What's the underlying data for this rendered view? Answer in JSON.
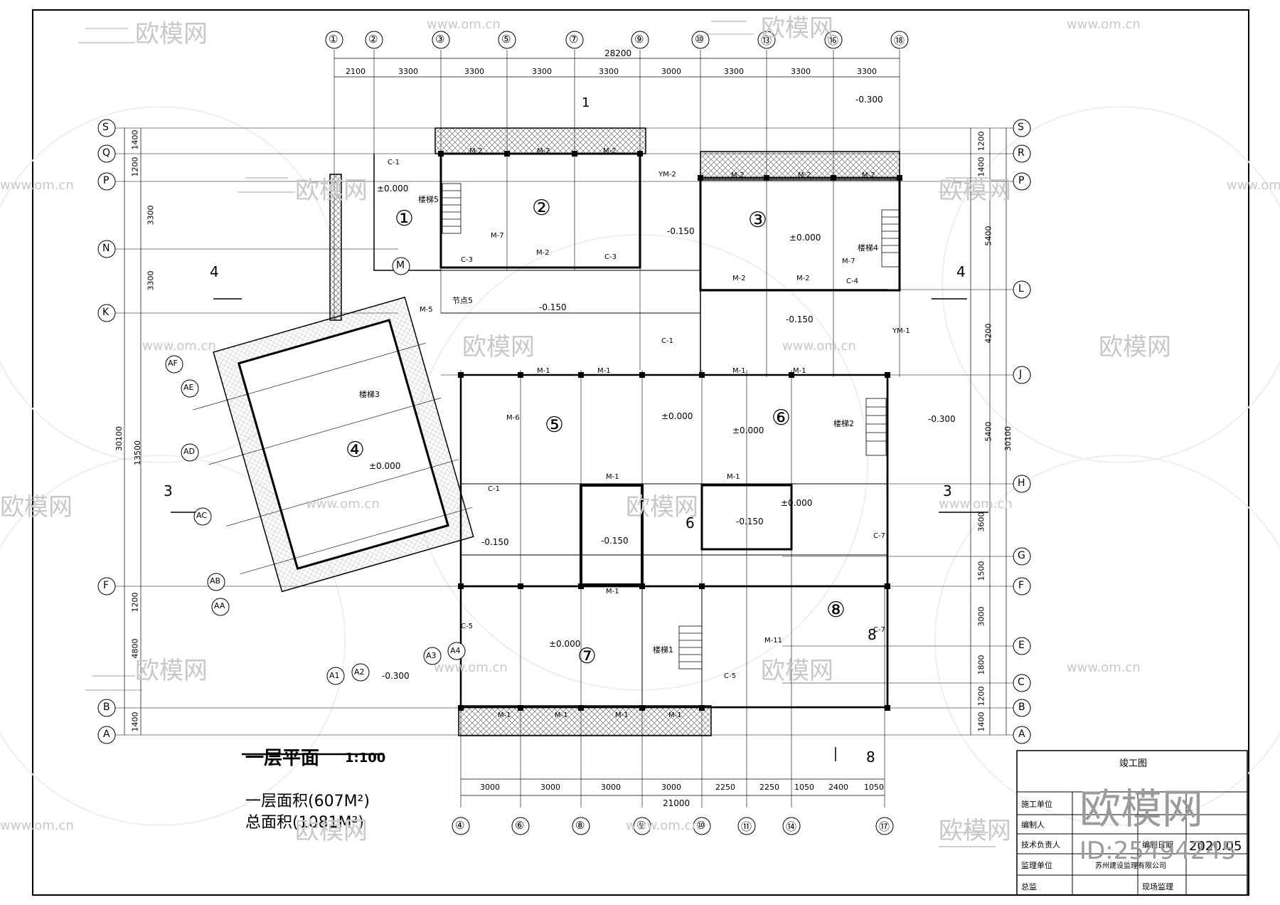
{
  "drawing": {
    "title": "一层平面",
    "scale": "1:100",
    "floor_area": "一层面积(607M²)",
    "total_area": "总面积(1081M²)"
  },
  "axes_top": [
    "①",
    "②",
    "③",
    "⑤",
    "⑦",
    "⑨",
    "⑩",
    "⑬",
    "⑯",
    "⑱"
  ],
  "axes_bottom": [
    "④",
    "⑥",
    "⑧",
    "⑨",
    "⑩",
    "⑪",
    "⑭",
    "⑰"
  ],
  "axes_left": [
    "S",
    "Q",
    "P",
    "N",
    "M",
    "K",
    "AF",
    "AE",
    "AD",
    "AC",
    "AB",
    "AA",
    "F",
    "B",
    "A"
  ],
  "axes_right": [
    "S",
    "R",
    "P",
    "L",
    "J",
    "H",
    "G",
    "F",
    "E",
    "C",
    "B",
    "A"
  ],
  "axes_skew_bottom": [
    "A1",
    "A2",
    "A3",
    "A4"
  ],
  "dims_top_total": "28200",
  "dims_top": [
    "2100",
    "3300",
    "3300",
    "3300",
    "3300",
    "3000",
    "3300",
    "3300",
    "3300"
  ],
  "dims_bottom_total": "21000",
  "dims_bottom": [
    "3000",
    "3000",
    "3000",
    "3000",
    "2250",
    "2250",
    "1050",
    "2400",
    "1050"
  ],
  "dims_left_total": "30100",
  "dims_left": [
    "1400",
    "1200",
    "3300",
    "3300",
    "13500",
    "1200",
    "4800",
    "1400"
  ],
  "dims_right_total": "30100",
  "dims_right": [
    "1200",
    "1400",
    "5400",
    "4200",
    "5400",
    "3600",
    "1500",
    "3000",
    "1800",
    "1200",
    "1400"
  ],
  "rooms": [
    "①",
    "②",
    "③",
    "④",
    "⑤",
    "⑥",
    "⑦",
    "⑧"
  ],
  "elevations": [
    "±0.000",
    "±0.000",
    "±0.000",
    "±0.000",
    "±0.000",
    "±0.000",
    "±0.000",
    "-0.150",
    "-0.150",
    "-0.150",
    "-0.150",
    "-0.150",
    "-0.150",
    "-0.300",
    "-0.300",
    "-0.300"
  ],
  "labels": {
    "door_m1": "M-1",
    "door_m2": "M-2",
    "door_m5": "M-5",
    "door_m6": "M-6",
    "door_m7": "M-7",
    "door_m11": "M-11",
    "win_c1": "C-1",
    "win_c3": "C-3",
    "win_c4": "C-4",
    "win_c5": "C-5",
    "win_c7": "C-7",
    "ym1": "YM-1",
    "ym2": "YM-2",
    "stair1": "楼梯1",
    "stair2": "楼梯2",
    "stair3": "楼梯3",
    "stair4": "楼梯4",
    "stair5": "楼梯5",
    "node5": "节点5",
    "sec1": "1",
    "sec3": "3",
    "sec4": "4",
    "sec6": "6",
    "sec8": "8"
  },
  "title_block": {
    "head": "竣工图",
    "rows": [
      "施工单位",
      "编制人",
      "技术负责人",
      "监理单位",
      "总监"
    ],
    "right_rows": [
      "",
      "",
      "编制日期",
      "",
      "现场监理"
    ],
    "supervisor": "苏州建设监理有限公司",
    "date": "2020.05"
  },
  "watermark": {
    "brand": "欧模网",
    "site": "www.om.cn",
    "id": "ID:25494245"
  },
  "colors": {
    "line": "#000000",
    "watermark": "#c8c8c8",
    "hatch": "#555555"
  }
}
